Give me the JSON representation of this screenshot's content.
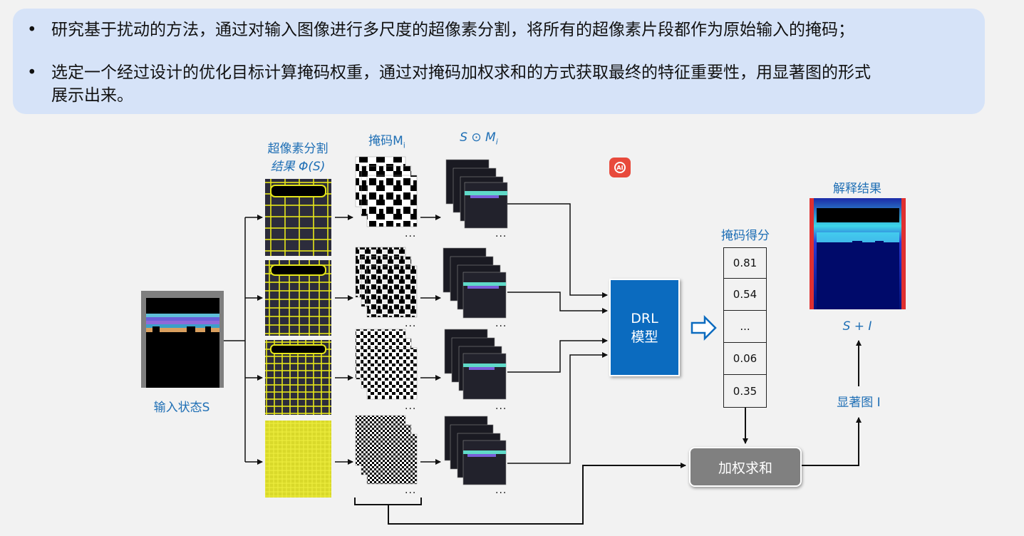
{
  "bullets": [
    "研究基于扰动的方法，通过对输入图像进行多尺度的超像素分割，将所有的超像素片段都作为原始输入的掩码；",
    "选定一个经过设计的优化目标计算掩码权重，通过对掩码加权求和的方式获取最终的特征重要性，用显著图的形式",
    "展示出来。"
  ],
  "bullet_glyph": "•",
  "labels": {
    "superpixel_line1": "超像素分割",
    "superpixel_line2": "结果 Φ(S)",
    "mask": "掩码M",
    "mask_sub": "i",
    "masked": "S ⊙ M",
    "masked_sub": "i",
    "input_state": "输入状态S",
    "mask_score": "掩码得分",
    "result": "解释结果",
    "s_plus_i": "S + I",
    "saliency": "显著图 I",
    "ellipsis": "..."
  },
  "drl": {
    "line1": "DRL",
    "line2": "模型"
  },
  "weighted_sum": "加权求和",
  "scores": [
    "0.81",
    "0.54",
    "...",
    "0.06",
    "0.35"
  ],
  "icons": [
    "ai-badge-icon",
    "hollow-right-arrow-icon"
  ],
  "colors": {
    "accent_blue": "#0b6bbf",
    "label_blue": "#1f6fb5",
    "panel_bg": "#d6e3f8",
    "superpixel_yellow": "#e6e619",
    "ai_red": "#e84a3c"
  }
}
